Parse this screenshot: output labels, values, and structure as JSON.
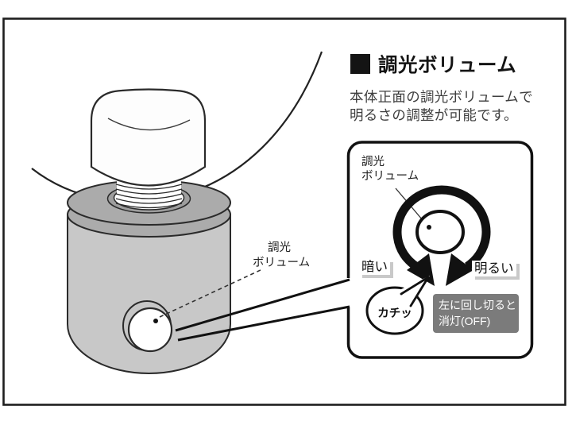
{
  "header": {
    "title": "調光ボリューム",
    "description": [
      "本体正面の調光ボリュームで",
      "明るさの調整が可能です。"
    ]
  },
  "device": {
    "knob_label": [
      "調光",
      "ボリューム"
    ]
  },
  "callout": {
    "dial_label": [
      "調光",
      "ボリューム"
    ],
    "rotate_left_label": "暗い",
    "rotate_right_label": "明るい",
    "click_sound": "カチッ",
    "off_note": [
      "左に回し切ると",
      "消灯(OFF)"
    ]
  },
  "icons": {
    "heading_bullet": "black-square",
    "rotation_arrow": "double-headed-circular-arrow",
    "click_bubble": "speech-bubble"
  },
  "colors": {
    "line_black": "#1a1a1a",
    "lamp_body_gray": "#c8c8c8",
    "lamp_rim_gray": "#ababab",
    "off_note_bg": "#7b7b7b",
    "label_shadow_gray": "#c9c9c9"
  }
}
